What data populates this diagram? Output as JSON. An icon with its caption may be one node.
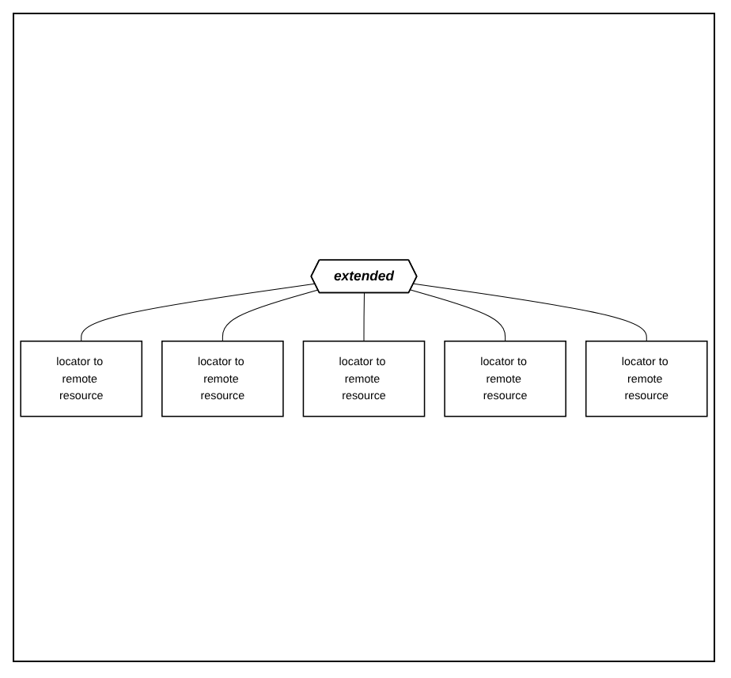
{
  "diagram": {
    "nodes": [
      {
        "text": [
          "extended"
        ]
      },
      {
        "text": [
          "locator to remote resource"
        ]
      },
      {
        "text": [
          "locator to remote resource"
        ]
      },
      {
        "text": [
          "locator to remote resource"
        ]
      },
      {
        "text": [
          "locator to remote resource"
        ]
      },
      {
        "text": [
          "locator to remote resource"
        ]
      }
    ],
    "edges": [
      {
        "from": 0,
        "to": 1,
        "arrow": "none"
      },
      {
        "from": 0,
        "to": 2,
        "arrow": "none"
      },
      {
        "from": 0,
        "to": 3,
        "arrow": "none"
      },
      {
        "from": 0,
        "to": 4,
        "arrow": "none"
      },
      {
        "from": 0,
        "to": 5,
        "arrow": "none"
      }
    ]
  }
}
